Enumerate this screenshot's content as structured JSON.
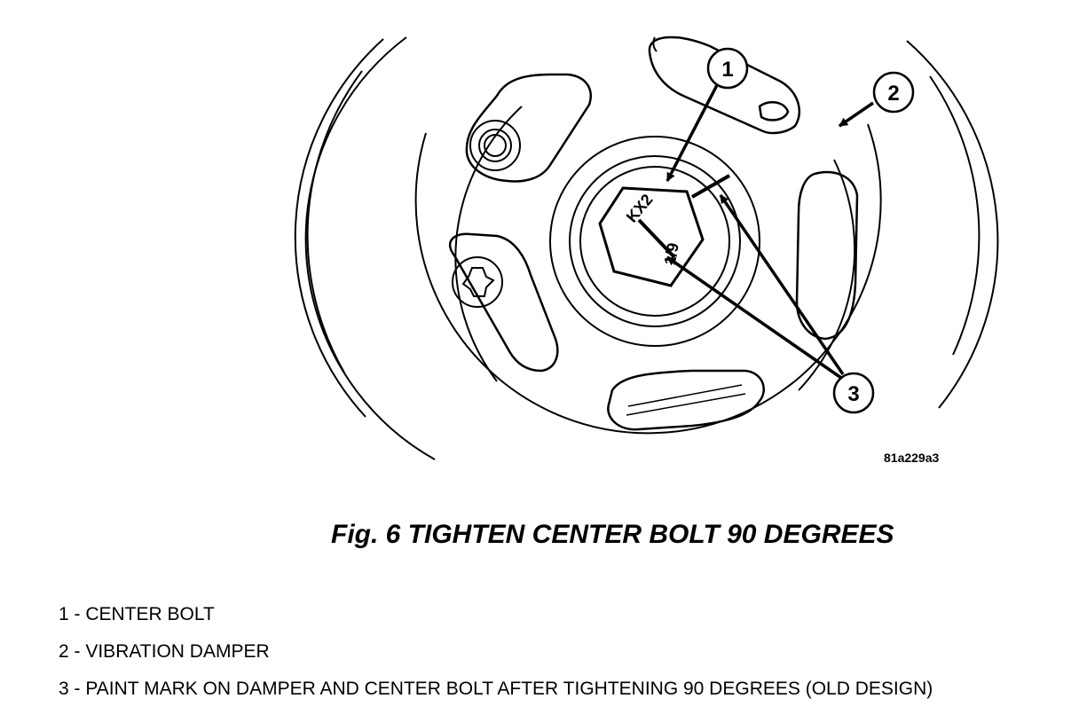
{
  "figure": {
    "image_code": "81a229a3",
    "callouts": [
      "1",
      "2",
      "3"
    ],
    "bolt_marking": {
      "top": "KX2",
      "bottom": "1/9"
    }
  },
  "caption": "Fig. 6 TIGHTEN CENTER BOLT 90 DEGREES",
  "legend": [
    "1 - CENTER BOLT",
    "2 - VIBRATION DAMPER",
    "3 - PAINT MARK ON DAMPER AND CENTER BOLT AFTER TIGHTENING 90 DEGREES (OLD DESIGN)"
  ]
}
